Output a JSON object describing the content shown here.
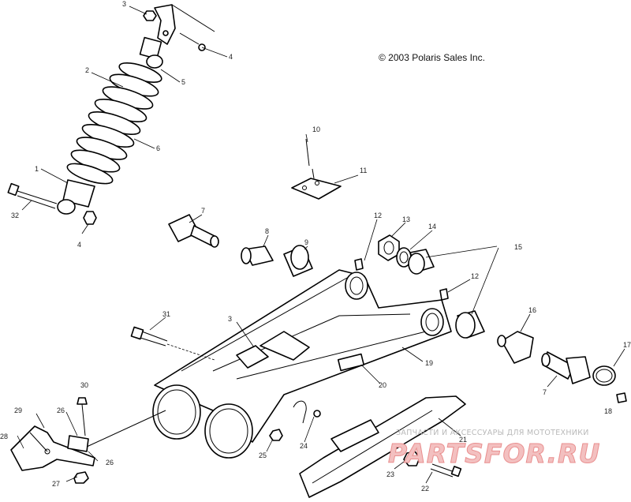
{
  "copyright": "© 2003 Polaris Sales Inc.",
  "watermark": {
    "line1": "ЗАПЧАСТИ И АКСЕССУАРЫ ДЛЯ МОТОТЕХНИКИ",
    "line2": "PARTSFOR.RU"
  },
  "callouts": {
    "c1": "1",
    "c2": "2",
    "c3a": "3",
    "c3b": "3",
    "c4a": "4",
    "c4b": "4",
    "c5": "5",
    "c6": "6",
    "c7a": "7",
    "c7b": "7",
    "c8": "8",
    "c9": "9",
    "c10": "10",
    "c11": "11",
    "c12a": "12",
    "c12b": "12",
    "c13": "13",
    "c14": "14",
    "c15": "15",
    "c16": "16",
    "c17": "17",
    "c18": "18",
    "c19": "19",
    "c20": "20",
    "c21": "21",
    "c22": "22",
    "c23": "23",
    "c24": "24",
    "c25": "25",
    "c26a": "26",
    "c26b": "26",
    "c27": "27",
    "c28": "28",
    "c29": "29",
    "c30": "30",
    "c31": "31",
    "c32": "32"
  }
}
